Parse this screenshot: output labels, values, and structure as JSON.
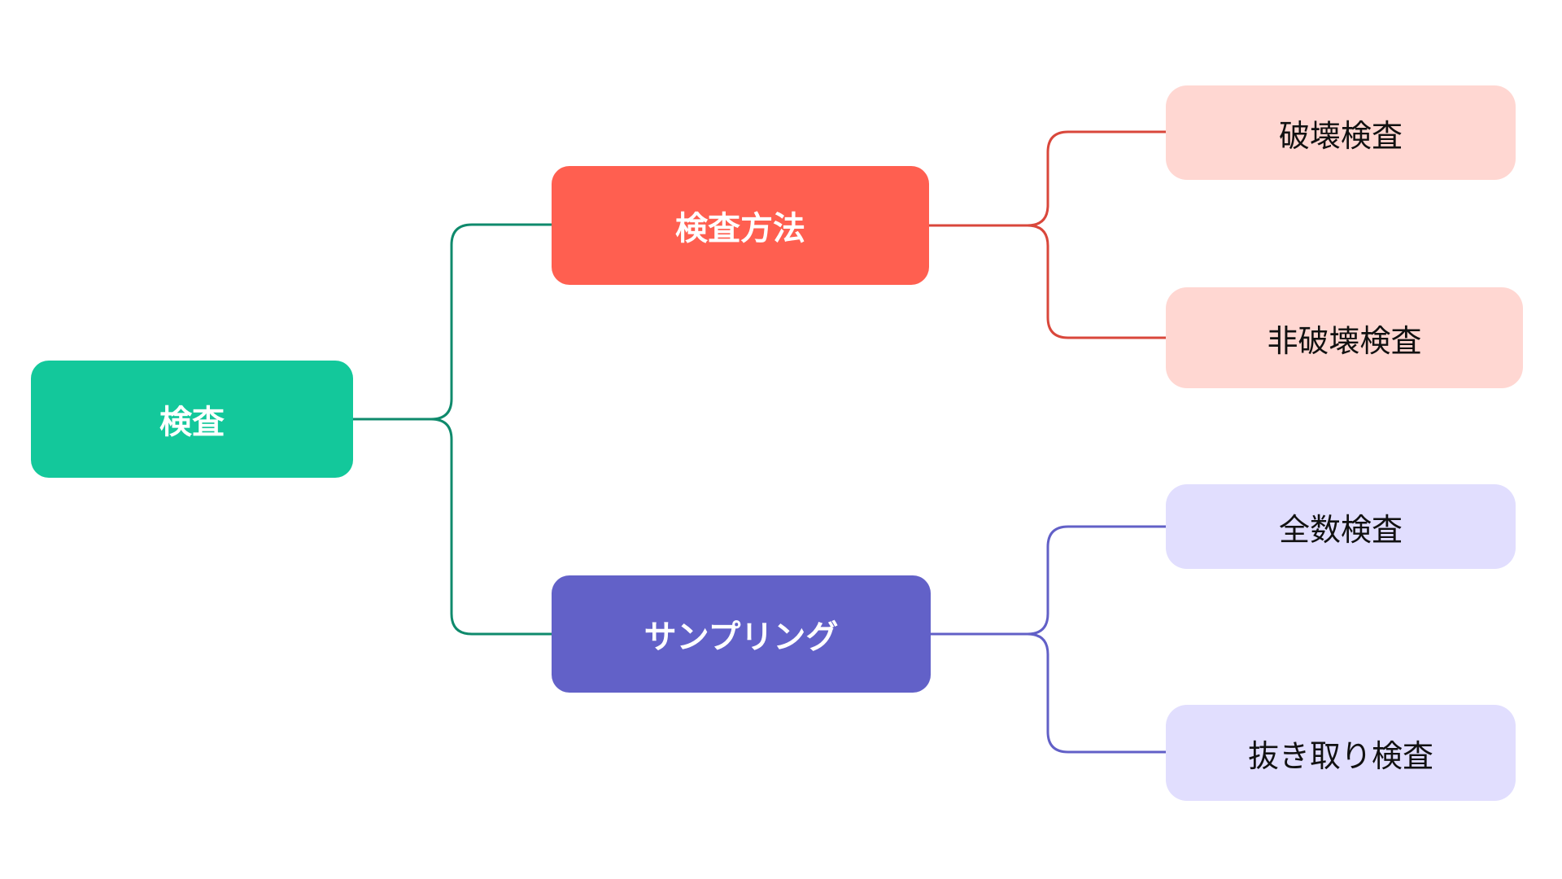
{
  "colors": {
    "root_fill": "#13c89b",
    "root_link": "#0f8a6c",
    "method_fill": "#ff5f50",
    "method_link": "#d9473b",
    "method_leaf_fill": "#ffd7d2",
    "sampling_fill": "#6261c8",
    "sampling_link": "#6260c7",
    "sampling_leaf_fill": "#e1defe",
    "leaf_text": "#111111",
    "branch_text": "#ffffff"
  },
  "mindmap": {
    "root": {
      "label": "検査"
    },
    "branches": [
      {
        "label": "検査方法",
        "children": [
          {
            "label": "破壊検査"
          },
          {
            "label": "非破壊検査"
          }
        ]
      },
      {
        "label": "サンプリング",
        "children": [
          {
            "label": "全数検査"
          },
          {
            "label": "抜き取り検査"
          }
        ]
      }
    ]
  }
}
